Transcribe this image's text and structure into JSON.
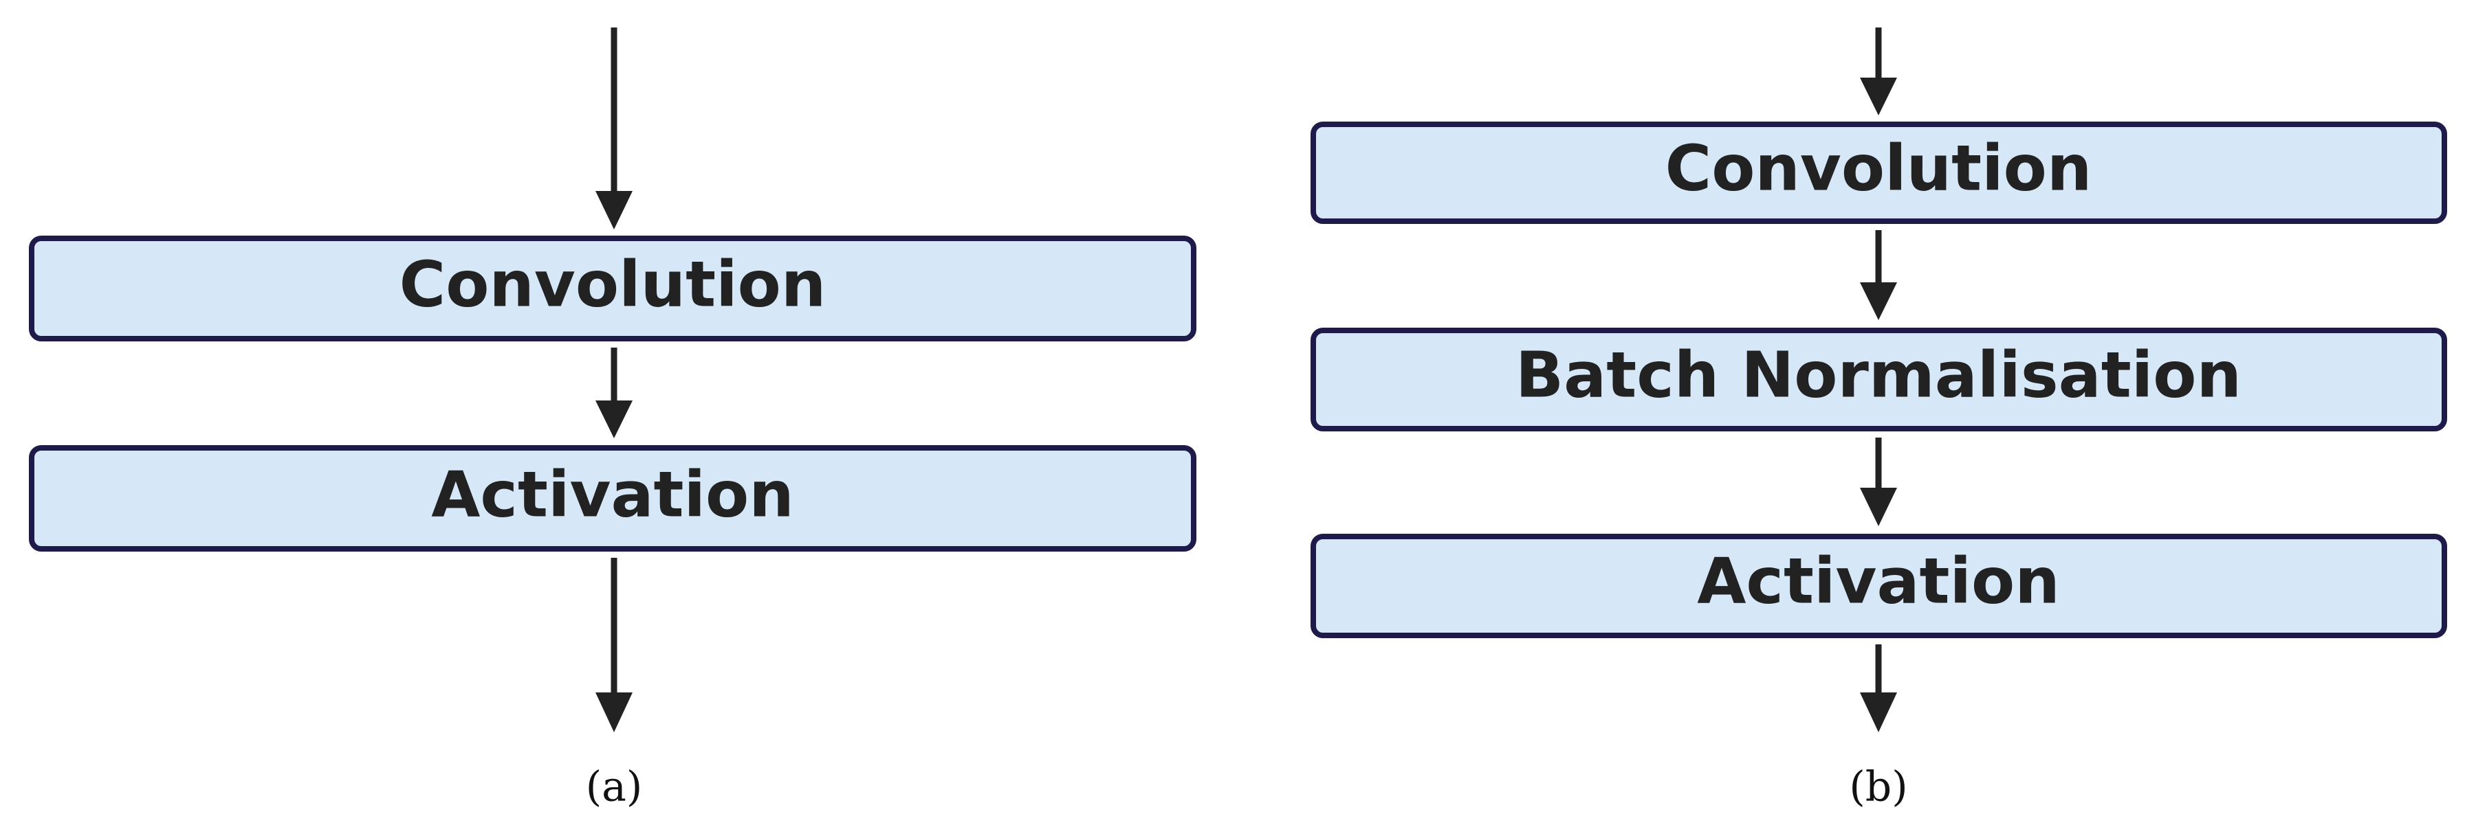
{
  "panels": [
    {
      "caption": "(a)",
      "blocks": [
        {
          "label": "Convolution"
        },
        {
          "label": "Activation"
        }
      ]
    },
    {
      "caption": "(b)",
      "blocks": [
        {
          "label": "Convolution"
        },
        {
          "label": "Batch Normalisation"
        },
        {
          "label": "Activation"
        }
      ]
    }
  ],
  "colors": {
    "block_fill": "#d6e7f7",
    "block_stroke": "#1e1a4a",
    "arrow": "#222222",
    "text": "#222222"
  }
}
